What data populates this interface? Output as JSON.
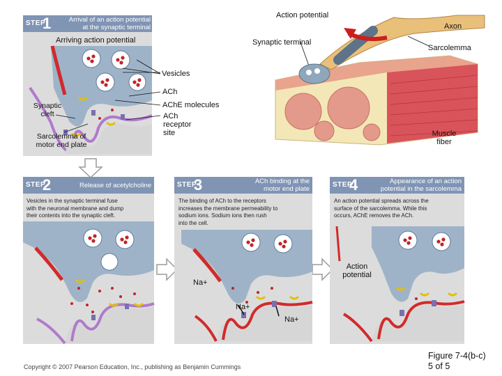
{
  "steps": [
    {
      "word": "STEP",
      "num": "1",
      "title_line1": "Arrival of an action potential",
      "title_line2": "at the synaptic terminal"
    },
    {
      "word": "STEP",
      "num": "2",
      "title": "Release of acetylcholine",
      "desc_line1": "Vesicles in the synaptic terminal fuse",
      "desc_line2": "with the neuronal membrane and dump",
      "desc_line3": "their contents into the synaptic cleft."
    },
    {
      "word": "STEP",
      "num": "3",
      "title_line1": "ACh binding at the",
      "title_line2": "motor end plate",
      "desc_line1": "The binding of ACh to the receptors",
      "desc_line2": "increases the membrane permeability to",
      "desc_line3": "sodium ions. Sodium ions then rush",
      "desc_line4": "into the cell."
    },
    {
      "word": "STEP",
      "num": "4",
      "title_line1": "Appearance of an action",
      "title_line2": "potential in the sarcolemma",
      "desc_line1": "An action potential spreads across the",
      "desc_line2": "surface of the sarcolemma. While this",
      "desc_line3": "occurs, AChE removes the ACh."
    }
  ],
  "labels": {
    "arriving_action_potential": "Arriving action potential",
    "synaptic_cleft_line1": "Synaptic",
    "synaptic_cleft_line2": "cleft",
    "sarcolemma_motor_line1": "Sarcolemma of",
    "sarcolemma_motor_line2": "motor end plate",
    "vesicles": "Vesicles",
    "ach": "ACh",
    "ache": "AChE molecules",
    "receptor_line1": "ACh",
    "receptor_line2": "receptor",
    "receptor_line3": "site",
    "action_potential": "Action potential",
    "axon": "Axon",
    "synaptic_terminal": "Synaptic terminal",
    "sarcolemma": "Sarcolemma",
    "muscle_fiber_line1": "Muscle",
    "muscle_fiber_line2": "fiber",
    "na1": "Na+",
    "na2": "Na+",
    "na3": "Na+",
    "ap4_line1": "Action",
    "ap4_line2": "potential"
  },
  "footer": {
    "copyright": "Copyright © 2007 Pearson Education, Inc., publishing as Benjamin Cummings",
    "figure_line1": "Figure 7-4(b-c)",
    "figure_line2": "5 of 5"
  }
}
